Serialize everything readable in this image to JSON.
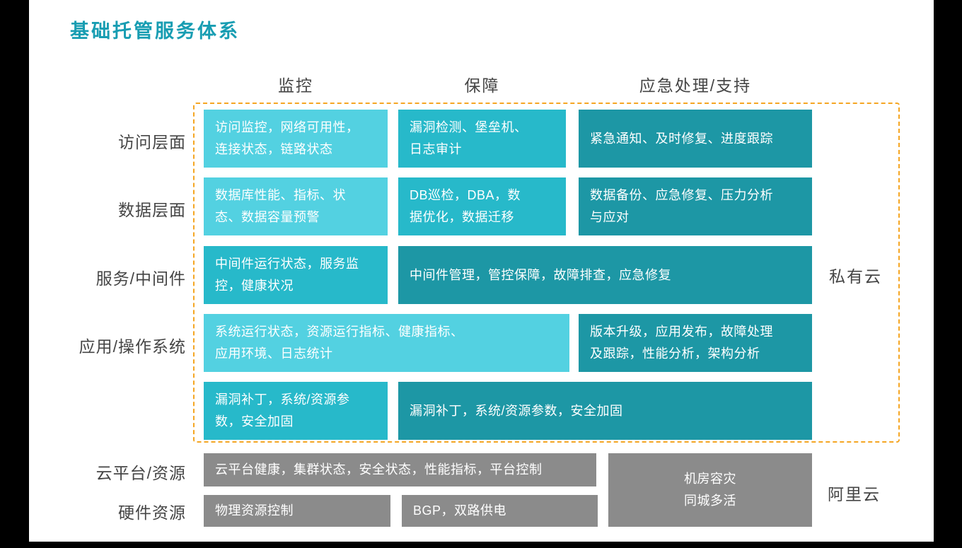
{
  "title": "基础托管服务体系",
  "columns": [
    {
      "label": "监控"
    },
    {
      "label": "保障"
    },
    {
      "label": "应急处理/支持"
    }
  ],
  "rows": [
    {
      "label": "访问层面"
    },
    {
      "label": "数据层面"
    },
    {
      "label": "服务/中间件"
    },
    {
      "label": "应用/操作系统"
    },
    {
      "label": "云平台/资源"
    },
    {
      "label": "硬件资源"
    }
  ],
  "cells": {
    "access_monitoring": "访问监控，网络可用性，\n连接状态，链路状态",
    "access_assurance": "漏洞检测、堡垒机、\n日志审计",
    "access_emergency": "紧急通知、及时修复、进度跟踪",
    "data_monitoring": "数据库性能、指标、状\n态、数据容量预警",
    "data_assurance": "DB巡检，DBA，数\n据优化，数据迁移",
    "data_emergency": "数据备份、应急修复、压力分析\n与应对",
    "middleware_monitoring": "中间件运行状态，服务监\n控，健康状况",
    "middleware_assurance_emergency": "中间件管理，管控保障，故障排查，应急修复",
    "app_monitoring_assurance": "系统运行状态，资源运行指标、健康指标、\n应用环境、日志统计",
    "app_emergency": "版本升级，应用发布，故障处理\n及跟踪，性能分析，架构分析",
    "patch_monitoring": "漏洞补丁，系统/资源参\n数，安全加固",
    "patch_assurance_emergency": "漏洞补丁，系统/资源参数，安全加固",
    "cloud_platform": "云平台健康，集群状态，安全状态，性能指标，平台控制",
    "hardware_physical": "物理资源控制",
    "hardware_bgp": "BGP，双路供电",
    "datacenter": "机房容灾\n同城多活"
  },
  "region_labels": {
    "private_cloud": "私有云",
    "alibaba_cloud": "阿里云"
  },
  "colors": {
    "title_text": "#189db2",
    "cell_light": "#53d1e1",
    "cell_medium": "#27b9ca",
    "cell_dark": "#1d97a5",
    "cell_gray": "#8b8b8b",
    "dashed_border": "#f5a623",
    "label_text": "#454545",
    "cell_text": "#ffffff"
  }
}
